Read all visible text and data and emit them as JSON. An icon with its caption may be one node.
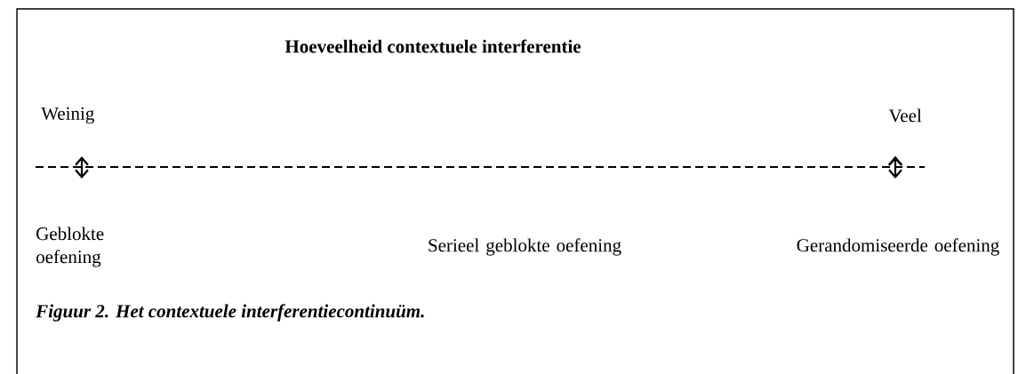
{
  "diagram": {
    "title": "Hoeveelheid contextuele interferentie",
    "caption": "Figuur 2. Het contextuele interferentiecontinuüm.",
    "labels": [
      "Weinig",
      "Veel",
      "Geblokte oefening",
      "Serieel geblokte oefening",
      "Gerandomiseerde oefening"
    ]
  }
}
